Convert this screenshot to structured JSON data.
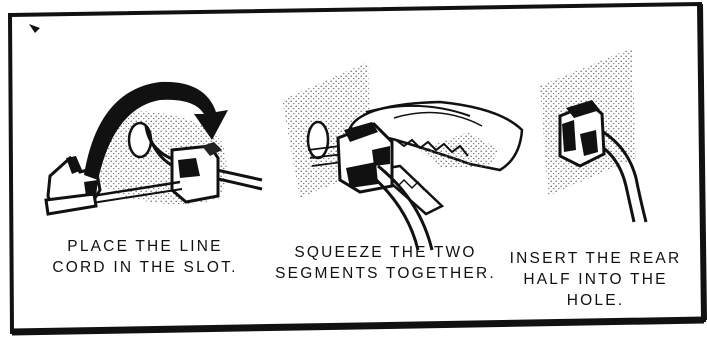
{
  "colors": {
    "ink": "#111111",
    "paper": "#ffffff",
    "stipple": "#6a6a6a"
  },
  "panels": [
    {
      "id": "step-1",
      "caption_lines": [
        "PLACE THE LINE",
        "CORD IN THE SLOT."
      ],
      "icon": "curved-arrow-icon"
    },
    {
      "id": "step-2",
      "caption_lines": [
        "SQUEEZE THE TWO",
        "SEGMENTS TOGETHER."
      ]
    },
    {
      "id": "step-3",
      "caption_lines": [
        "INSERT THE REAR",
        "HALF INTO THE",
        "HOLE."
      ]
    }
  ]
}
